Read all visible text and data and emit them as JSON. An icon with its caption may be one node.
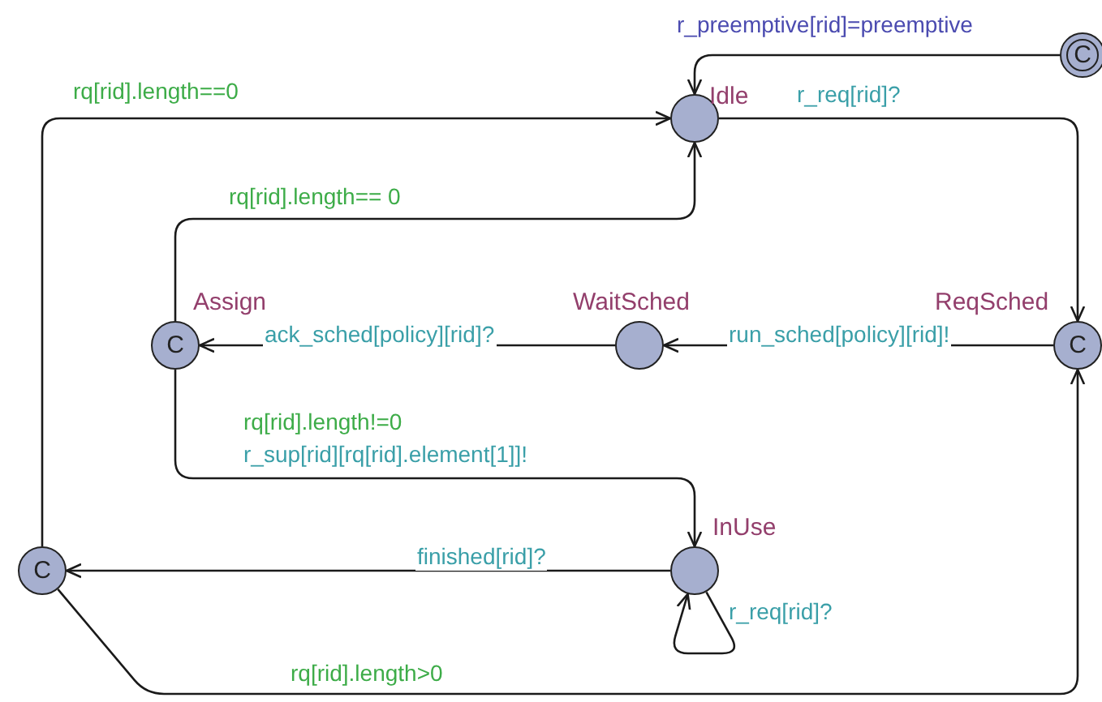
{
  "diagram": {
    "nodes": [
      {
        "text": [
          "C"
        ]
      },
      {
        "text": [
          "Idle"
        ]
      },
      {
        "text": [
          "ReqSched",
          "C"
        ]
      },
      {
        "text": [
          "WaitSched"
        ]
      },
      {
        "text": [
          "Assign",
          "C"
        ]
      },
      {
        "text": [
          "InUse"
        ]
      },
      {
        "text": [
          "C"
        ]
      }
    ],
    "edges": [
      {
        "from": 0,
        "to": 1,
        "arrow": "to",
        "label": "r_preemptive[rid]=preemptive"
      },
      {
        "from": 1,
        "to": 2,
        "arrow": "to",
        "label": "r_req[rid]?"
      },
      {
        "from": 2,
        "to": 3,
        "arrow": "to",
        "label": "run_sched[policy][rid]!"
      },
      {
        "from": 3,
        "to": 4,
        "arrow": "to",
        "label": "ack_sched[policy][rid]?"
      },
      {
        "from": 4,
        "to": 1,
        "arrow": "to",
        "label": "rq[rid].length== 0"
      },
      {
        "from": 4,
        "to": 5,
        "arrow": "to",
        "label": "rq[rid].length!=0 r_sup[rid][rq[rid].element[1]]!"
      },
      {
        "from": 5,
        "to": 6,
        "arrow": "to",
        "label": "finished[rid]?"
      },
      {
        "from": 5,
        "to": 5,
        "arrow": "to",
        "label": "r_req[rid]?"
      },
      {
        "from": 6,
        "to": 1,
        "arrow": "to",
        "label": "rq[rid].length==0"
      },
      {
        "from": 6,
        "to": 2,
        "arrow": "to",
        "label": "rq[rid].length>0"
      }
    ]
  }
}
